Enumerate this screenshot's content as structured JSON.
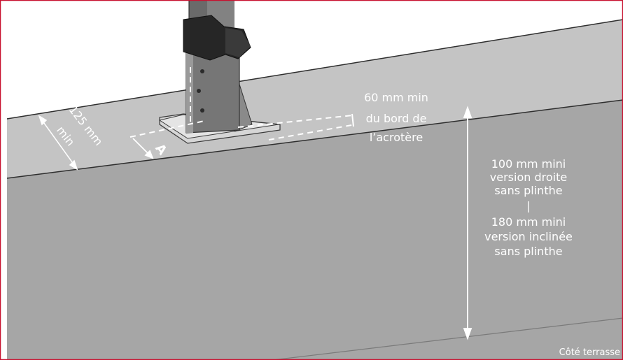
{
  "labels": {
    "edge_distance": [
      "60 mm min",
      "du bord de",
      "l’acrotère"
    ],
    "width_min": [
      "125 mm",
      "min"
    ],
    "marker": "A",
    "height_requirements": [
      "100 mm mini",
      "version droite",
      "sans plinthe",
      "|",
      "180 mm mini",
      "version inclinée",
      "sans plinthe"
    ],
    "side": "Côté terrasse"
  },
  "colors": {
    "wall_face": "#a8a8a8",
    "wall_top": "#c8c8c8",
    "background": "#ffffff",
    "frame": "#c8102e",
    "post": "#6f6f6f",
    "clamp": "#2b2b2b",
    "plate": "#cfcfcf"
  }
}
